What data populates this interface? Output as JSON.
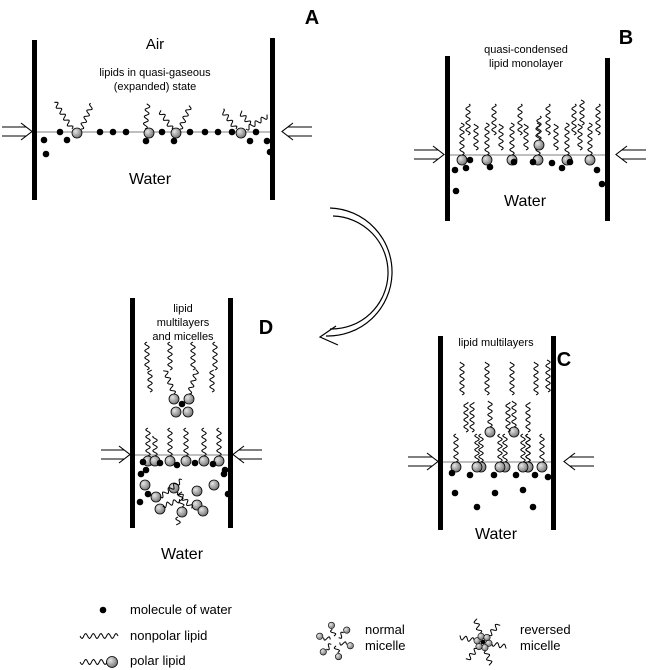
{
  "panels": {
    "a": {
      "letter": "A",
      "air": "Air",
      "caption_line1": "lipids in quasi-gaseous",
      "caption_line2": "(expanded) state",
      "water": "Water"
    },
    "b": {
      "letter": "B",
      "caption_line1": "quasi-condensed",
      "caption_line2": "lipid monolayer",
      "water": "Water"
    },
    "c": {
      "letter": "C",
      "caption_line1": "lipid multilayers",
      "water": "Water"
    },
    "d": {
      "letter": "D",
      "caption_line1": "lipid",
      "caption_line2": "multilayers",
      "caption_line3": "and micelles",
      "water": "Water"
    }
  },
  "legend": {
    "water_molecule": "molecule of water",
    "nonpolar_lipid": "nonpolar lipid",
    "polar_lipid": "polar lipid",
    "normal_micelle_line1": "normal",
    "normal_micelle_line2": "micelle",
    "reversed_micelle_line1": "reversed",
    "reversed_micelle_line2": "micelle"
  },
  "colors": {
    "ink": "#000000",
    "polar_head_fill": "#9a9a9a",
    "background": "#ffffff"
  }
}
